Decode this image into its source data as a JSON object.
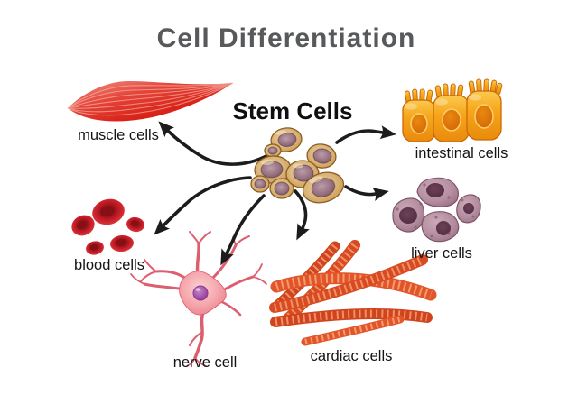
{
  "page": {
    "title": "Cell Differentiation",
    "background": "#ffffff"
  },
  "diagram": {
    "center": {
      "id": "stem",
      "label": "Stem Cells",
      "body_color": "#d2a362",
      "nucleus_color": "#8d6b7c"
    },
    "nodes": [
      {
        "id": "muscle",
        "label": "muscle cells",
        "color": "#d81f16"
      },
      {
        "id": "intestinal",
        "label": "intestinal cells",
        "color": "#f29a12"
      },
      {
        "id": "blood",
        "label": "blood cells",
        "color": "#b5161e"
      },
      {
        "id": "liver",
        "label": "liver cells",
        "color": "#a87d90"
      },
      {
        "id": "nerve",
        "label": "nerve cell",
        "color": "#ef7f8b"
      },
      {
        "id": "cardiac",
        "label": "cardiac cells",
        "color": "#d84b22"
      }
    ],
    "arrows": [
      {
        "from": "stem",
        "to": "muscle"
      },
      {
        "from": "stem",
        "to": "intestinal"
      },
      {
        "from": "stem",
        "to": "blood"
      },
      {
        "from": "stem",
        "to": "liver"
      },
      {
        "from": "stem",
        "to": "nerve"
      },
      {
        "from": "stem",
        "to": "cardiac"
      }
    ],
    "colors": {
      "title": "#58595b",
      "label": "#141414",
      "arrow": "#1c1c1c"
    }
  }
}
